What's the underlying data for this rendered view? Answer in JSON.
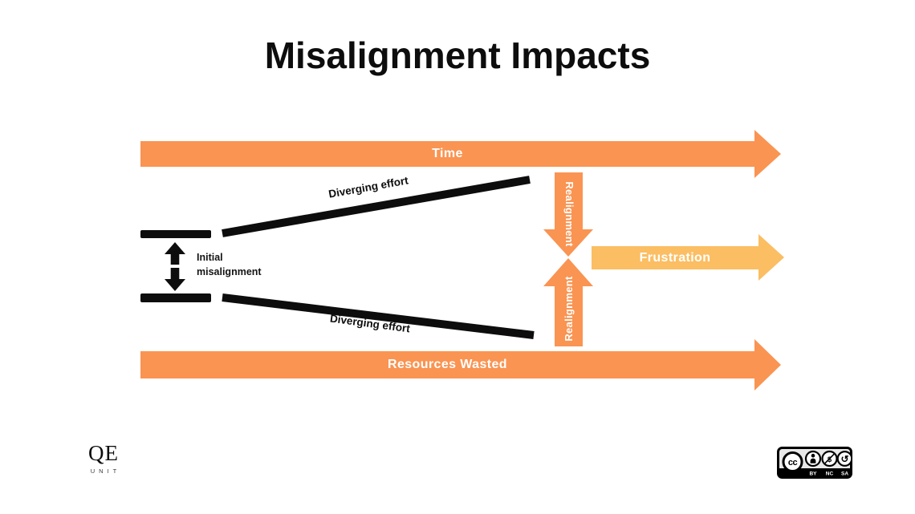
{
  "title": "Misalignment Impacts",
  "colors": {
    "orange": "#FA9452",
    "lightOrange": "#FBBE63",
    "ink": "#0D0D0D"
  },
  "arrows": {
    "time": {
      "label": "Time"
    },
    "resources": {
      "label": "Resources Wasted"
    },
    "frustration": {
      "label": "Frustration"
    },
    "realignment_top": {
      "label": "Realignment"
    },
    "realignment_bottom": {
      "label": "Realignment"
    }
  },
  "labels": {
    "diverging_top": "Diverging effort",
    "diverging_bottom": "Diverging effort",
    "initial_line1": "Initial",
    "initial_line2": "misalignment"
  },
  "footer": {
    "logo_text": "QE",
    "logo_subtext": "UNIT",
    "license": {
      "cc_glyph": "cc",
      "by_label": "BY",
      "nc_label": "NC",
      "sa_label": "SA",
      "nc_glyph": "$",
      "sa_glyph": "↺"
    }
  }
}
